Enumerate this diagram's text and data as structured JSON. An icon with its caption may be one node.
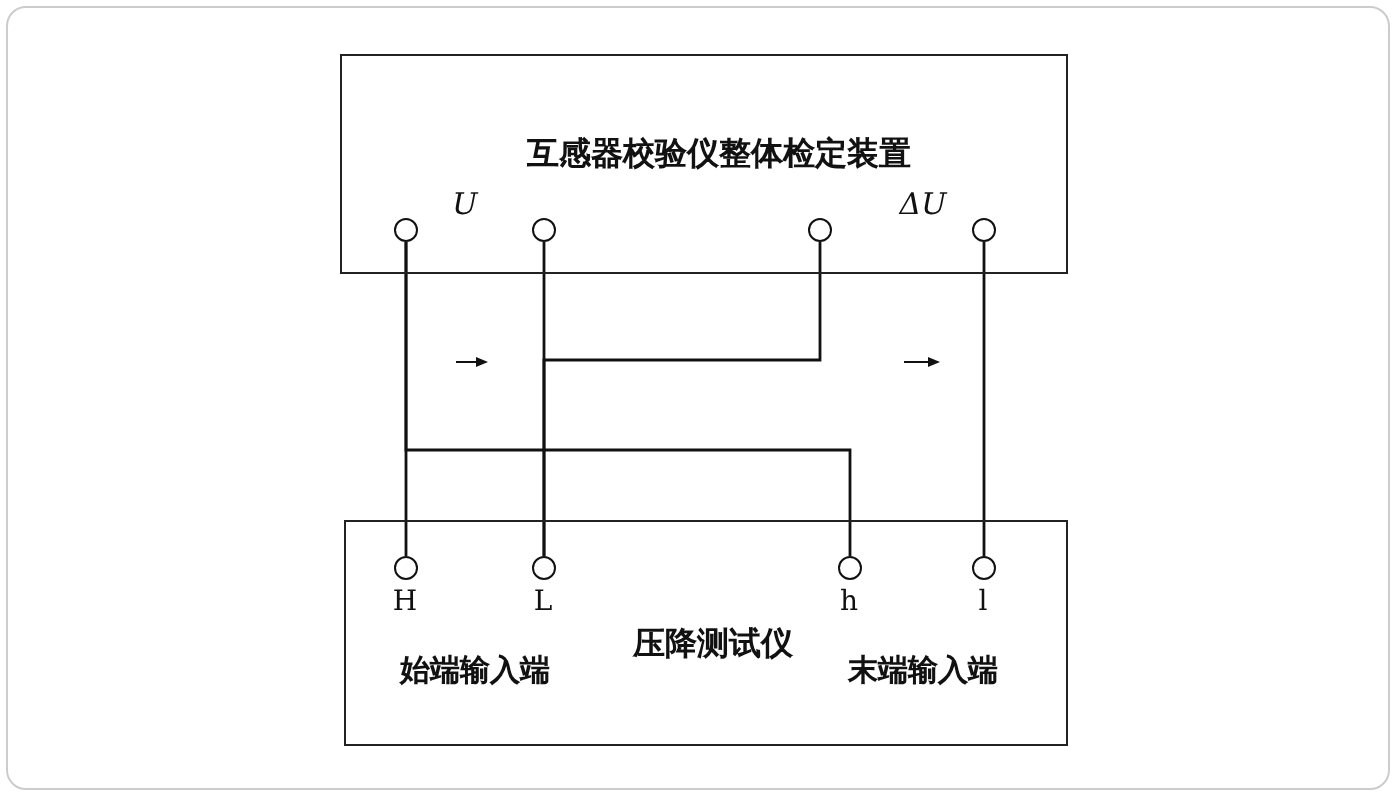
{
  "diagram": {
    "nodes": [
      {
        "text": [
          "互感器校验仪整体检定装置"
        ]
      },
      {
        "text": [
          "压降测试仪"
        ]
      },
      {
        "text": [],
        "shape": "circle",
        "in": 0
      },
      {
        "text": [],
        "shape": "circle",
        "in": 0
      },
      {
        "text": [],
        "shape": "circle",
        "in": 0
      },
      {
        "text": [],
        "shape": "circle",
        "in": 0
      },
      {
        "text": [],
        "shape": "circle",
        "in": 1,
        "beside": [
          "H"
        ]
      },
      {
        "text": [],
        "shape": "circle",
        "in": 1,
        "beside": [
          "L"
        ]
      },
      {
        "text": [],
        "shape": "circle",
        "in": 1,
        "beside": [
          "h"
        ]
      },
      {
        "text": [],
        "shape": "circle",
        "in": 1,
        "beside": [
          "l"
        ]
      }
    ],
    "edges": [
      {
        "from": 2,
        "to": 6,
        "arrow": "none"
      },
      {
        "from": 2,
        "to": 8,
        "arrow": "none"
      },
      {
        "from": 3,
        "to": 7,
        "arrow": "none"
      },
      {
        "from": 4,
        "to": 7,
        "arrow": "none"
      },
      {
        "from": 5,
        "to": 9,
        "arrow": "none"
      }
    ],
    "labels": [
      "U",
      "ΔU",
      "始端输入端",
      "末端输入端"
    ]
  }
}
